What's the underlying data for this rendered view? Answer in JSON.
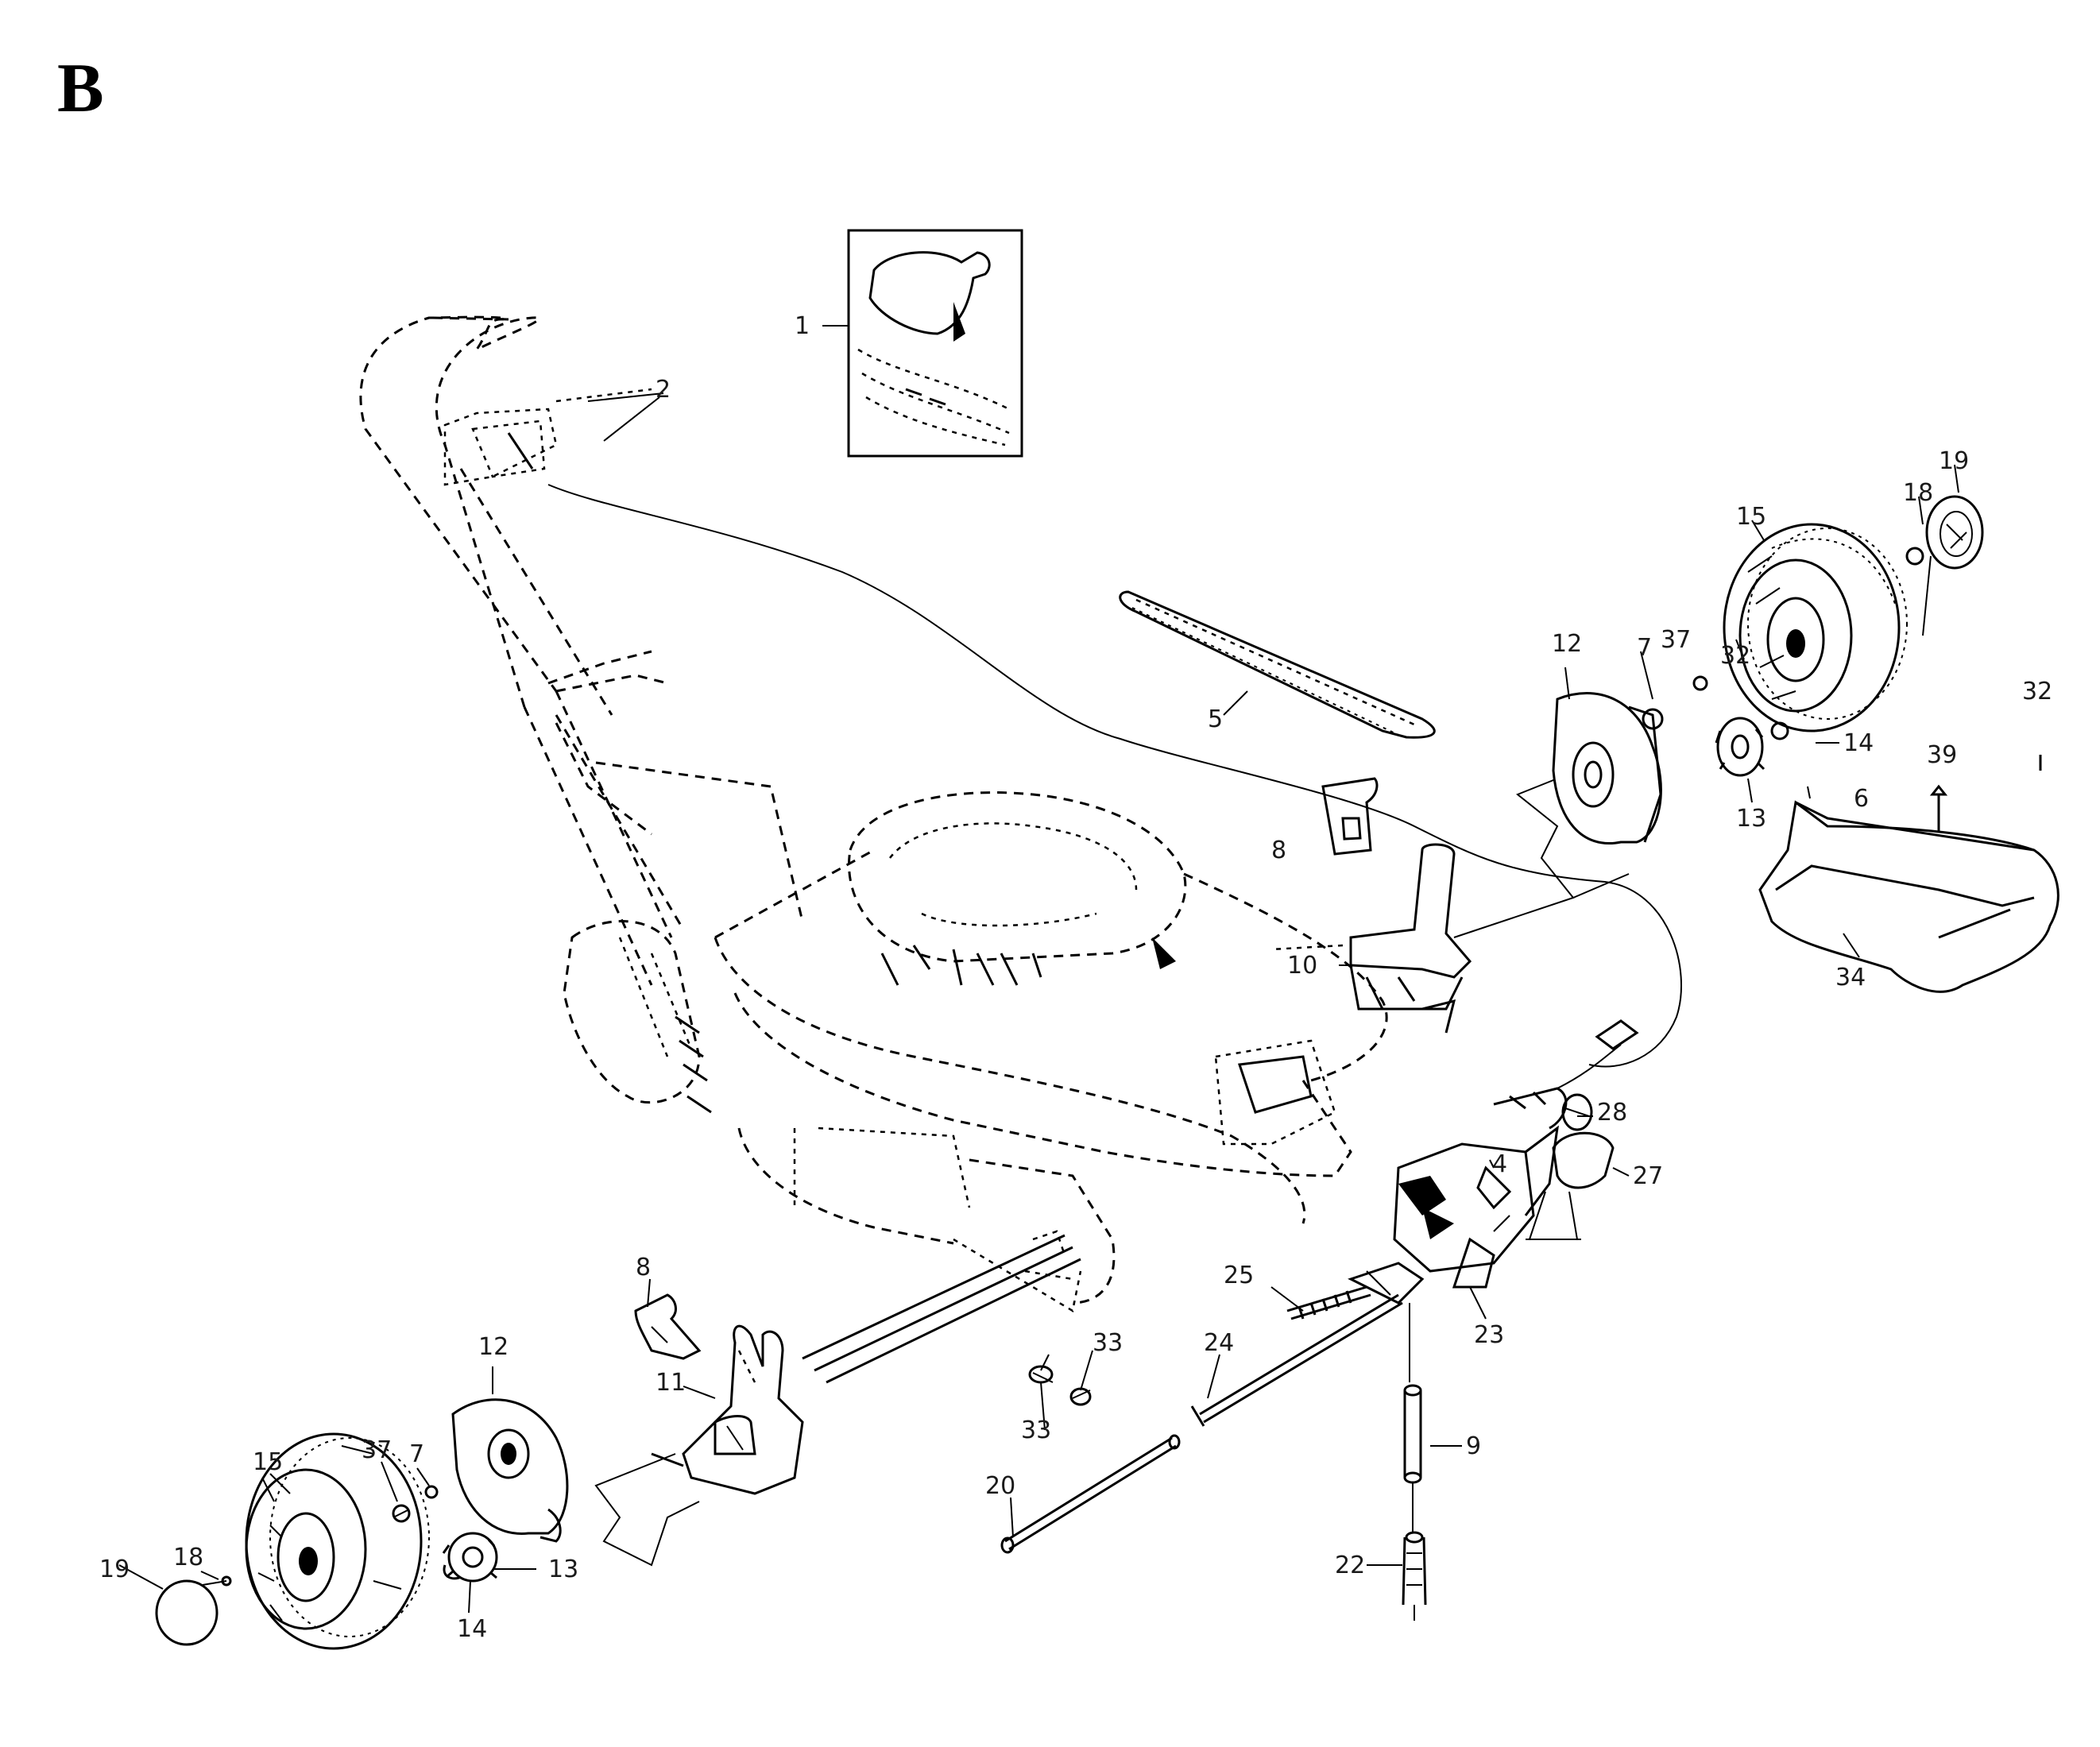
{
  "page_letter": "B",
  "callouts": {
    "c1_inset": "1",
    "c2": "2",
    "c5": "5",
    "c8_right": "8",
    "c10": "10",
    "c12_right": "12",
    "c7_right": "7",
    "c37_right": "37",
    "c32_small": "32",
    "c15_right": "15",
    "c18_right": "18",
    "c19_right": "19",
    "c14_right": "14",
    "c13_right": "13",
    "c32_right": "32",
    "c6": "6",
    "c39": "39",
    "c34": "34",
    "c28": "28",
    "c27": "27",
    "c4": "4",
    "c25": "25",
    "c23": "23",
    "c24": "24",
    "c9": "9",
    "c22": "22",
    "c20": "20",
    "c33a": "33",
    "c33b": "33",
    "c8_left": "8",
    "c12_left": "12",
    "c11": "11",
    "c37_left": "37",
    "c7_left": "7",
    "c15_left": "15",
    "c18_left": "18",
    "c19_left": "19",
    "c13_left": "13",
    "c14_left": "14"
  }
}
